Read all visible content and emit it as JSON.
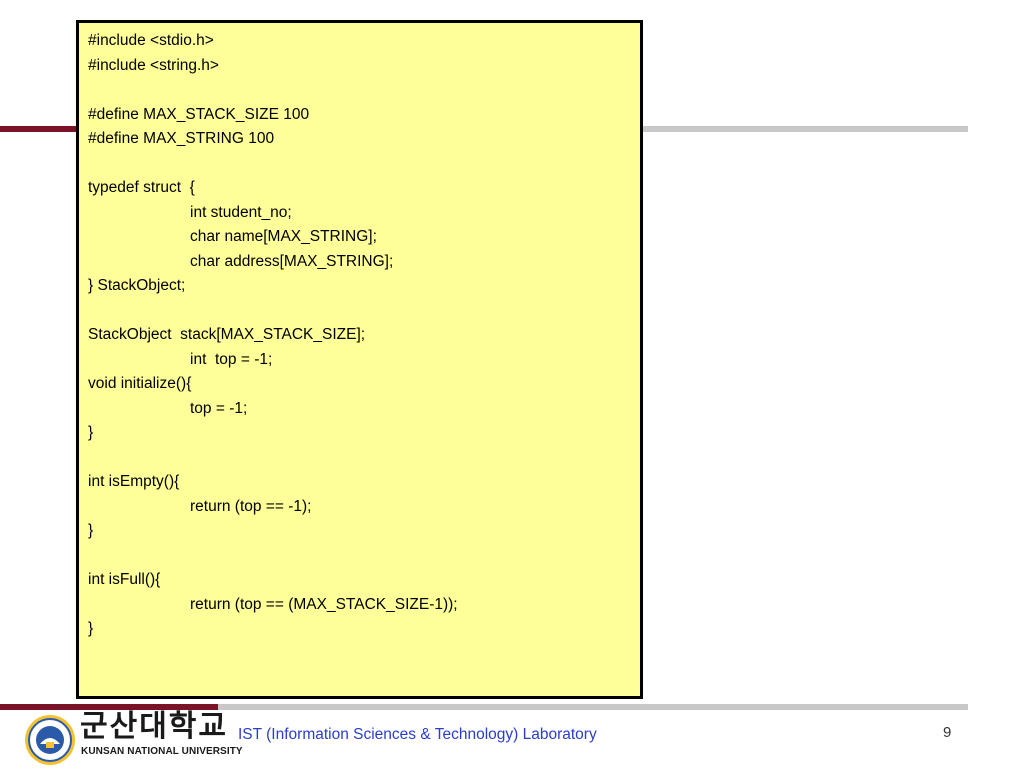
{
  "code": {
    "lines": [
      {
        "text": "#include <stdio.h>",
        "indent": false
      },
      {
        "text": "#include <string.h>",
        "indent": false
      },
      {
        "text": "",
        "indent": false
      },
      {
        "text": "#define MAX_STACK_SIZE 100",
        "indent": false
      },
      {
        "text": "#define MAX_STRING 100",
        "indent": false
      },
      {
        "text": "",
        "indent": false
      },
      {
        "text": "typedef struct  {",
        "indent": false
      },
      {
        "text": "int student_no;",
        "indent": true
      },
      {
        "text": "char name[MAX_STRING];",
        "indent": true
      },
      {
        "text": "char address[MAX_STRING];",
        "indent": true
      },
      {
        "text": "} StackObject;",
        "indent": false
      },
      {
        "text": "",
        "indent": false
      },
      {
        "text": "StackObject  stack[MAX_STACK_SIZE];",
        "indent": false
      },
      {
        "text": "int  top = -1;",
        "indent": true
      },
      {
        "text": "void initialize(){",
        "indent": false
      },
      {
        "text": "top = -1;",
        "indent": true
      },
      {
        "text": "}",
        "indent": false
      },
      {
        "text": "",
        "indent": false
      },
      {
        "text": "int isEmpty(){",
        "indent": false
      },
      {
        "text": "return (top == -1);",
        "indent": true
      },
      {
        "text": "}",
        "indent": false
      },
      {
        "text": "",
        "indent": false
      },
      {
        "text": "int isFull(){",
        "indent": false
      },
      {
        "text": "return (top == (MAX_STACK_SIZE-1));",
        "indent": true
      },
      {
        "text": "}",
        "indent": false
      }
    ]
  },
  "footer": {
    "university_korean": "군산대학교",
    "university_english": "KUNSAN NATIONAL UNIVERSITY",
    "lab": "IST (Information Sciences & Technology) Laboratory",
    "page_number": "9"
  },
  "colors": {
    "accent_red": "#7a1228",
    "accent_gray": "#c8c8c8",
    "code_background": "#ffff99",
    "footer_link": "#2a3dcc"
  },
  "icons": {
    "logo": "kunsan-university-emblem-icon"
  }
}
